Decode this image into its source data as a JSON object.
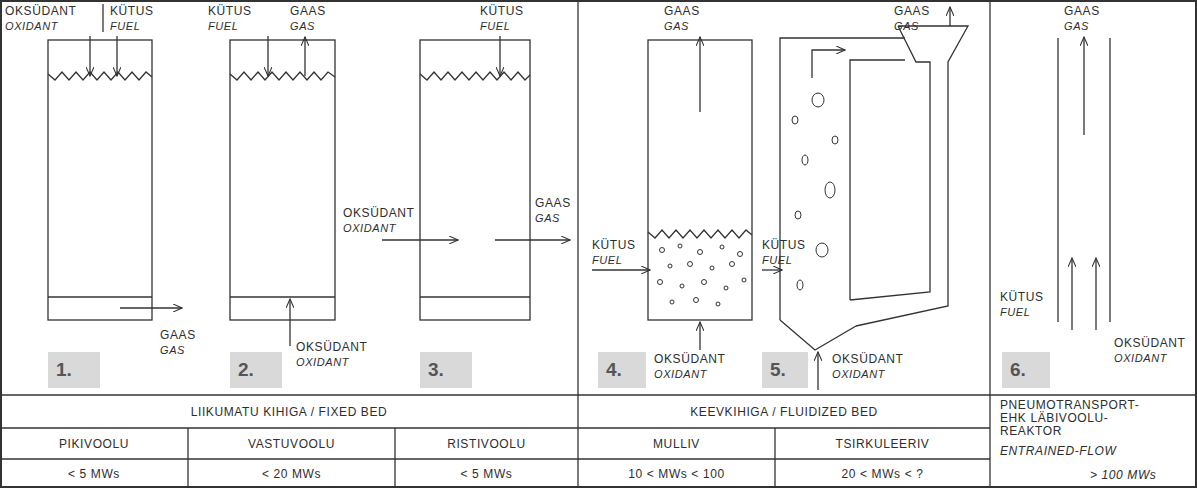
{
  "diagram": {
    "nodes": [
      {
        "text": [
          "1."
        ]
      },
      {
        "text": [
          "2."
        ]
      },
      {
        "text": [
          "3."
        ]
      },
      {
        "text": [
          "4."
        ]
      },
      {
        "text": [
          "5."
        ]
      },
      {
        "text": [
          "6."
        ]
      }
    ],
    "labels": [
      "OKSÜDANT",
      "OXIDANT",
      "KÜTUS",
      "FUEL",
      "GAAS",
      "GAS",
      "KÜTUS",
      "FUEL",
      "GAAS",
      "GAS",
      "OKSÜDANT",
      "OXIDANT",
      "KÜTUS",
      "FUEL",
      "OKSÜDANT",
      "OXIDANT",
      "GAAS",
      "GAS",
      "GAAS",
      "GAS",
      "KÜTUS",
      "FUEL",
      "OKSÜDANT",
      "OXIDANT",
      "GAAS",
      "GAS",
      "KÜTUS",
      "FUEL",
      "OKSÜDANT",
      "OXIDANT",
      "GAAS",
      "GAS",
      "KÜTUS",
      "FUEL",
      "OKSÜDANT",
      "OXIDANT",
      "LIIKUMATU KIHIGA / FIXED BED",
      "KEEVKIHIGA / FLUIDIZED BED",
      "PNEUMOTRANSPORT- EHK LÄBIVOOLU- REAKTOR",
      "ENTRAINED-FLOW",
      "PIKIVOOLU",
      "VASTUVOOLU",
      "RISTIVOOLU",
      "MULLIV",
      "TSIRKULEERIV",
      "< 5 MWs",
      "< 20 MWs",
      "< 5 MWs",
      "10 < MWs < 100",
      "20 < MWs < ?",
      "> 100 MWs"
    ]
  }
}
